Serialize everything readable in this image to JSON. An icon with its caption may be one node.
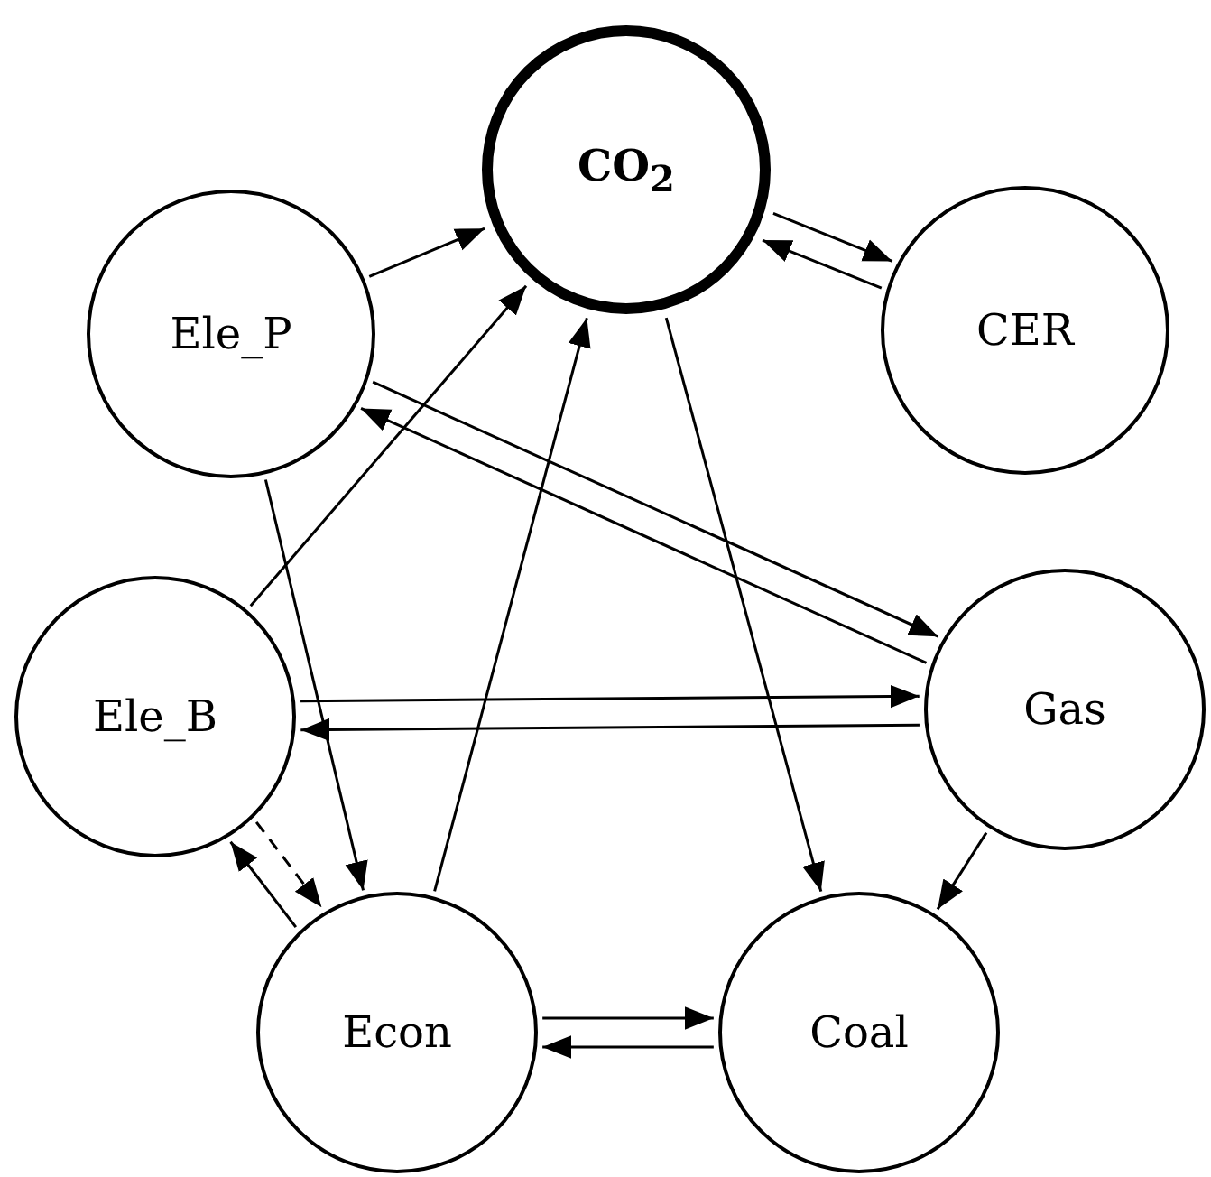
{
  "diagram": {
    "nodes": [
      {
        "text": [
          "CO$_{2}$"
        ]
      },
      {
        "text": [
          "Ele_P"
        ]
      },
      {
        "text": [
          "CER"
        ]
      },
      {
        "text": [
          "Ele_B"
        ]
      },
      {
        "text": [
          "Gas"
        ]
      },
      {
        "text": [
          "Econ"
        ]
      },
      {
        "text": [
          "Coal"
        ]
      }
    ],
    "edges": [
      {
        "from": 1,
        "to": 0,
        "arrow": "to"
      },
      {
        "from": 3,
        "to": 0,
        "arrow": "to"
      },
      {
        "from": 5,
        "to": 0,
        "arrow": "to"
      },
      {
        "from": 0,
        "to": 2,
        "arrow": "to"
      },
      {
        "from": 2,
        "to": 0,
        "arrow": "to"
      },
      {
        "from": 0,
        "to": 6,
        "arrow": "to"
      },
      {
        "from": 4,
        "to": 1,
        "arrow": "to"
      },
      {
        "from": 1,
        "to": 4,
        "arrow": "to"
      },
      {
        "from": 1,
        "to": 5,
        "arrow": "to"
      },
      {
        "from": 3,
        "to": 4,
        "arrow": "to"
      },
      {
        "from": 4,
        "to": 3,
        "arrow": "to"
      },
      {
        "from": 3,
        "to": 5,
        "arrow": "to",
        "style": "dashed"
      },
      {
        "from": 5,
        "to": 3,
        "arrow": "to"
      },
      {
        "from": 4,
        "to": 6,
        "arrow": "to"
      },
      {
        "from": 6,
        "to": 5,
        "arrow": "to"
      },
      {
        "from": 5,
        "to": 6,
        "arrow": "to"
      }
    ]
  }
}
